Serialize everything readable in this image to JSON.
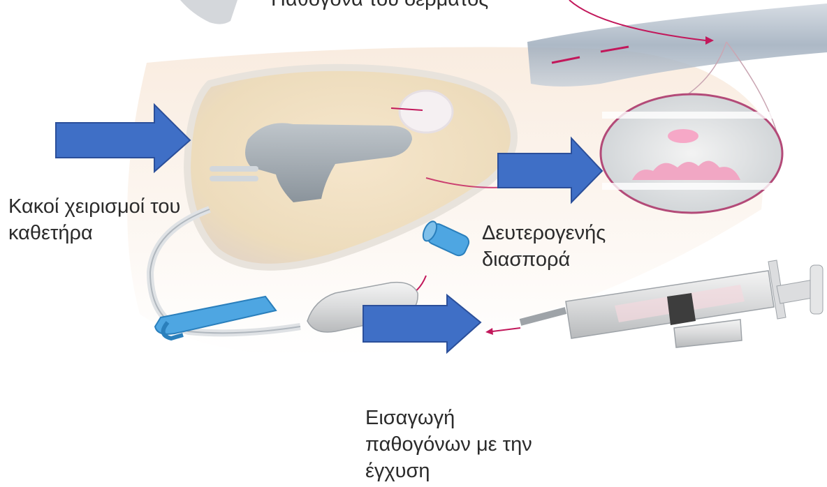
{
  "labels": {
    "top_partial": "Παθογόνα του δέρματος",
    "catheter_handling": [
      "Κακοί χειρισμοί του",
      "καθετήρα"
    ],
    "secondary_spread": [
      "Δευτερογενής",
      "διασπορά"
    ],
    "injection": [
      "Εισαγωγή",
      "παθογόνων με την",
      "έγχυση"
    ]
  },
  "colors": {
    "arrow_fill": "#3f6fc6",
    "arrow_stroke": "#2b4f9a",
    "accent_pink": "#c2185b",
    "dressing": "#f3e3c8",
    "vessel": "#a9b7c7",
    "clamp_blue": "#3d9ee0"
  },
  "icons": [
    "right-arrow",
    "catheter",
    "syringe",
    "vessel-cross-section",
    "blue-cap",
    "blue-clamp"
  ]
}
